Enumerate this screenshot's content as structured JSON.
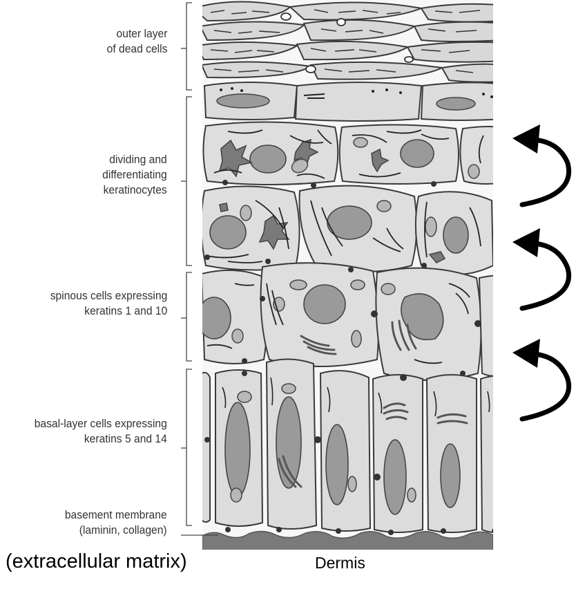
{
  "labels": {
    "outer_layer": [
      "outer layer",
      "of dead cells"
    ],
    "dividing": [
      "dividing and",
      "differentiating",
      "keratinocytes"
    ],
    "spinous": [
      "spinous cells expressing",
      "keratins 1 and 10"
    ],
    "basal": [
      "basal-layer cells expressing",
      "keratins 5 and 14"
    ],
    "basement": [
      "basement membrane",
      "(laminin, collagen)"
    ],
    "ecm": "(extracellular matrix)",
    "dermis": "Dermis"
  },
  "colors": {
    "cell_fill": "#dedede",
    "nucleus_fill": "#9a9a9a",
    "outline": "#3a3a3a",
    "membrane": "#7a7a7a",
    "arrow": "#000000"
  }
}
